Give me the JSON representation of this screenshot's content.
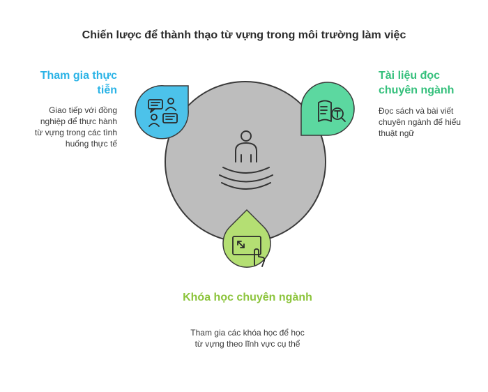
{
  "title": "Chiến lược để thành thạo từ vựng trong môi trường làm việc",
  "center": {
    "icon": "meditating-person-icon"
  },
  "nodes": [
    {
      "heading": "Tham gia thực tiễn",
      "description": "Giao tiếp với đồng nghiệp để thực hành từ vựng trong các tình huống thực tế",
      "icon": "conversation-icon",
      "color": "#4cc2ea"
    },
    {
      "heading": "Tài liệu đọc chuyên ngành",
      "description": "Đọc sách và bài viết chuyên ngành để hiểu thuật ngữ",
      "icon": "document-search-icon",
      "color": "#5cd8a0"
    },
    {
      "heading": "Khóa học chuyên ngành",
      "description": "Tham gia các khóa học để học từ vựng theo lĩnh vực cụ thể",
      "icon": "touch-screen-icon",
      "color": "#b4df73"
    }
  ],
  "colors": {
    "circle": "#bdbdbd",
    "circle_stroke": "#3a3a3a",
    "heading_blue": "#2ab3e6",
    "heading_green": "#35c07c",
    "heading_lime": "#8cc43c"
  }
}
